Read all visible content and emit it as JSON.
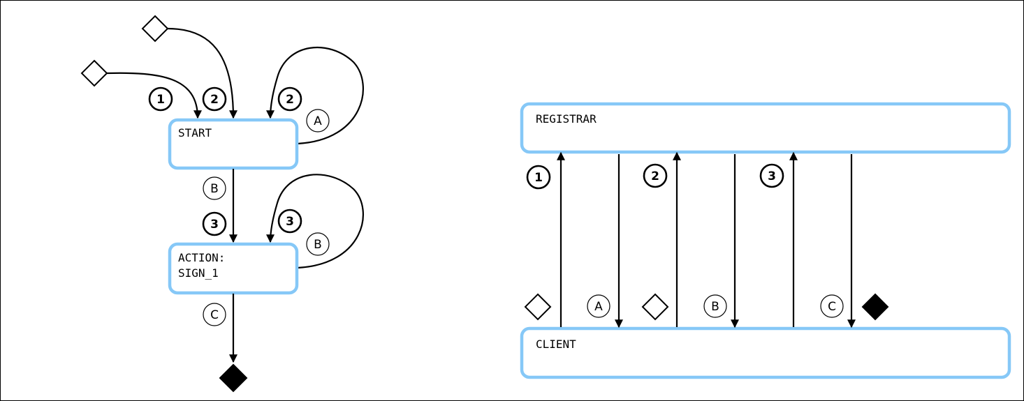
{
  "state_diagram": {
    "states": {
      "start": "START",
      "action_line1": "ACTION:",
      "action_line2": "SIGN_1"
    },
    "step_labels": {
      "initial_1": "1",
      "initial_2": "2",
      "self_start": "2",
      "start_to_action": "3",
      "self_action": "3"
    },
    "message_labels": {
      "self_start": "A",
      "start_to_action": "B",
      "self_action": "B",
      "action_to_end": "C"
    }
  },
  "sequence_diagram": {
    "participants": {
      "top": "REGISTRAR",
      "bottom": "CLIENT"
    },
    "step_labels": [
      "1",
      "2",
      "3"
    ],
    "response_labels": [
      "A",
      "B",
      "C"
    ]
  }
}
